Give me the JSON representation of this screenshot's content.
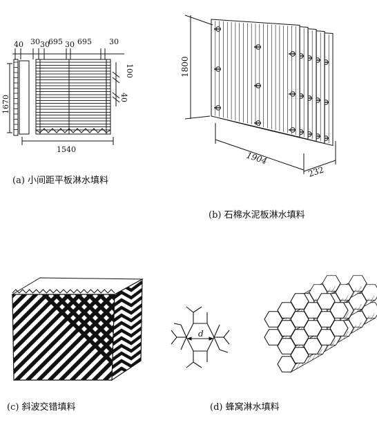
{
  "panels": {
    "a": {
      "caption": "(a)  小间距平板淋水填料",
      "dims": {
        "top_left_a": "40",
        "top_left_b": "30",
        "top_left_c": "30",
        "top_span_1": "695",
        "top_mid": "30",
        "top_span_2": "695",
        "top_right": "30",
        "height": "1670",
        "right_a": "100",
        "right_b": "40",
        "width": "1540"
      }
    },
    "b": {
      "caption": "(b)  石棉水泥板淋水填料",
      "dims": {
        "height": "1800",
        "length": "1904",
        "depth": "232"
      }
    },
    "c": {
      "caption": "(c)  斜波交错填料"
    },
    "d": {
      "caption": "(d)  蜂窝淋水填料",
      "dims": {
        "d_label": "d"
      }
    }
  },
  "colors": {
    "ink": "#111111",
    "paper": "#ffffff"
  }
}
